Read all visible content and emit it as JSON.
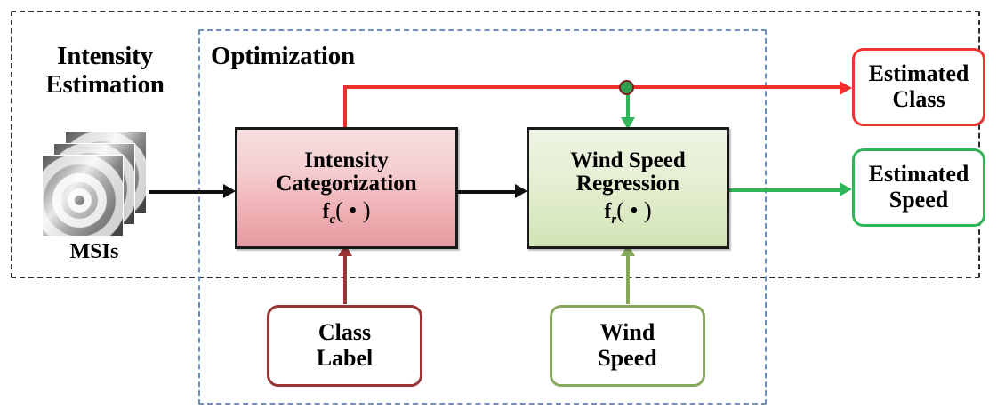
{
  "groups": {
    "outer": {
      "name": "Intensity Estimation",
      "border_color": "#2b2b2b",
      "style": "dashed"
    },
    "inner": {
      "name": "Optimization",
      "border_color": "#6d8fc4",
      "style": "dashed"
    }
  },
  "titles": {
    "intensity_estimation": "Intensity\nEstimation",
    "intensity_estimation_line1": "Intensity",
    "intensity_estimation_line2": "Estimation",
    "optimization": "Optimization"
  },
  "input": {
    "stack_caption": "MSIs",
    "stack_layers": 3,
    "image_kind": "grayscale-satellite-cyclone"
  },
  "process_boxes": [
    {
      "id": "intensity-categorization",
      "line1": "Intensity",
      "line2": "Categorization",
      "function_symbol": "f",
      "function_subscript": "c",
      "function_arg": "( • )",
      "fill": "#f0bcc0",
      "border_color": "#1a1a1a"
    },
    {
      "id": "wind-speed-regression",
      "line1": "Wind Speed",
      "line2": "Regression",
      "function_symbol": "f",
      "function_subscript": "r",
      "function_arg": "( • )",
      "fill": "#dbe9c3",
      "border_color": "#1a1a1a"
    }
  ],
  "outputs": [
    {
      "id": "estimated-class",
      "line1": "Estimated",
      "line2": "Class",
      "border_color": "#ef3232"
    },
    {
      "id": "estimated-speed",
      "line1": "Estimated",
      "line2": "Speed",
      "border_color": "#2fb457"
    }
  ],
  "supervision": [
    {
      "id": "class-label",
      "line1": "Class",
      "line2": "Label",
      "border_color": "#9b3437"
    },
    {
      "id": "wind-speed",
      "line1": "Wind",
      "line2": "Speed",
      "border_color": "#86a85a"
    }
  ],
  "connectors": {
    "msi_to_categorization": {
      "color": "#111111",
      "kind": "arrow-right"
    },
    "categorization_to_regression": {
      "color": "#111111",
      "kind": "arrow-right"
    },
    "categorization_to_estimated_class": {
      "color": "#ef2d2d",
      "kind": "elbow-arrow-right"
    },
    "class_branch_to_regression": {
      "color": "#2fb457",
      "kind": "arrow-down"
    },
    "branch_junction_dot": {
      "fill": "#2f9e4f",
      "stroke": "#7d1f1f"
    },
    "regression_to_estimated_speed": {
      "color": "#2fb457",
      "kind": "arrow-right"
    },
    "class_label_to_categorization": {
      "color": "#9b3437",
      "kind": "arrow-up"
    },
    "wind_speed_to_regression": {
      "color": "#86a85a",
      "kind": "arrow-up"
    }
  }
}
